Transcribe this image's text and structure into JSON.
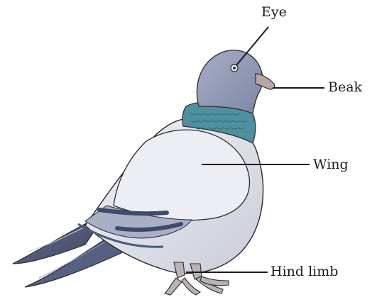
{
  "diagram": {
    "subject": "pigeon",
    "labels": {
      "eye": "Eye",
      "beak": "Beak",
      "wing": "Wing",
      "hind_limb": "Hind limb"
    }
  },
  "colors": {
    "head": "#8f97b3",
    "neck": "#4f8f9e",
    "body": "#e9ebf1",
    "dark_feather": "#4a5a7c",
    "outline": "#2b2b2b"
  }
}
